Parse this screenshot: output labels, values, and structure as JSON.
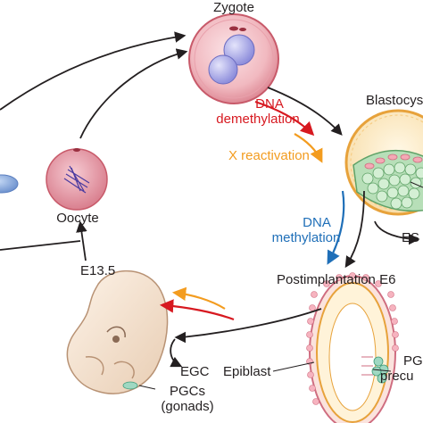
{
  "labels": {
    "zygote": "Zygote",
    "blastocyst": "Blastocys",
    "dna_demethylation_1": "DNA",
    "dna_demethylation_2": "demethylation",
    "x_reactivation": "X reactivation",
    "dna_methylation_1": "DNA",
    "dna_methylation_2": "methylation",
    "es": "ES",
    "postimplantation": "Postimplantation E6",
    "oocyte": "Oocyte",
    "e135": "E13.5",
    "egc": "EGC",
    "pgcs": "PGCs",
    "gonads": "(gonads)",
    "epiblast": "Epiblast",
    "pgc_precursor_1": "PG",
    "pgc_precursor_2": "precu"
  },
  "colors": {
    "red": "#d71920",
    "orange": "#f39c1f",
    "blue": "#1f6fb8",
    "black": "#231f20"
  }
}
